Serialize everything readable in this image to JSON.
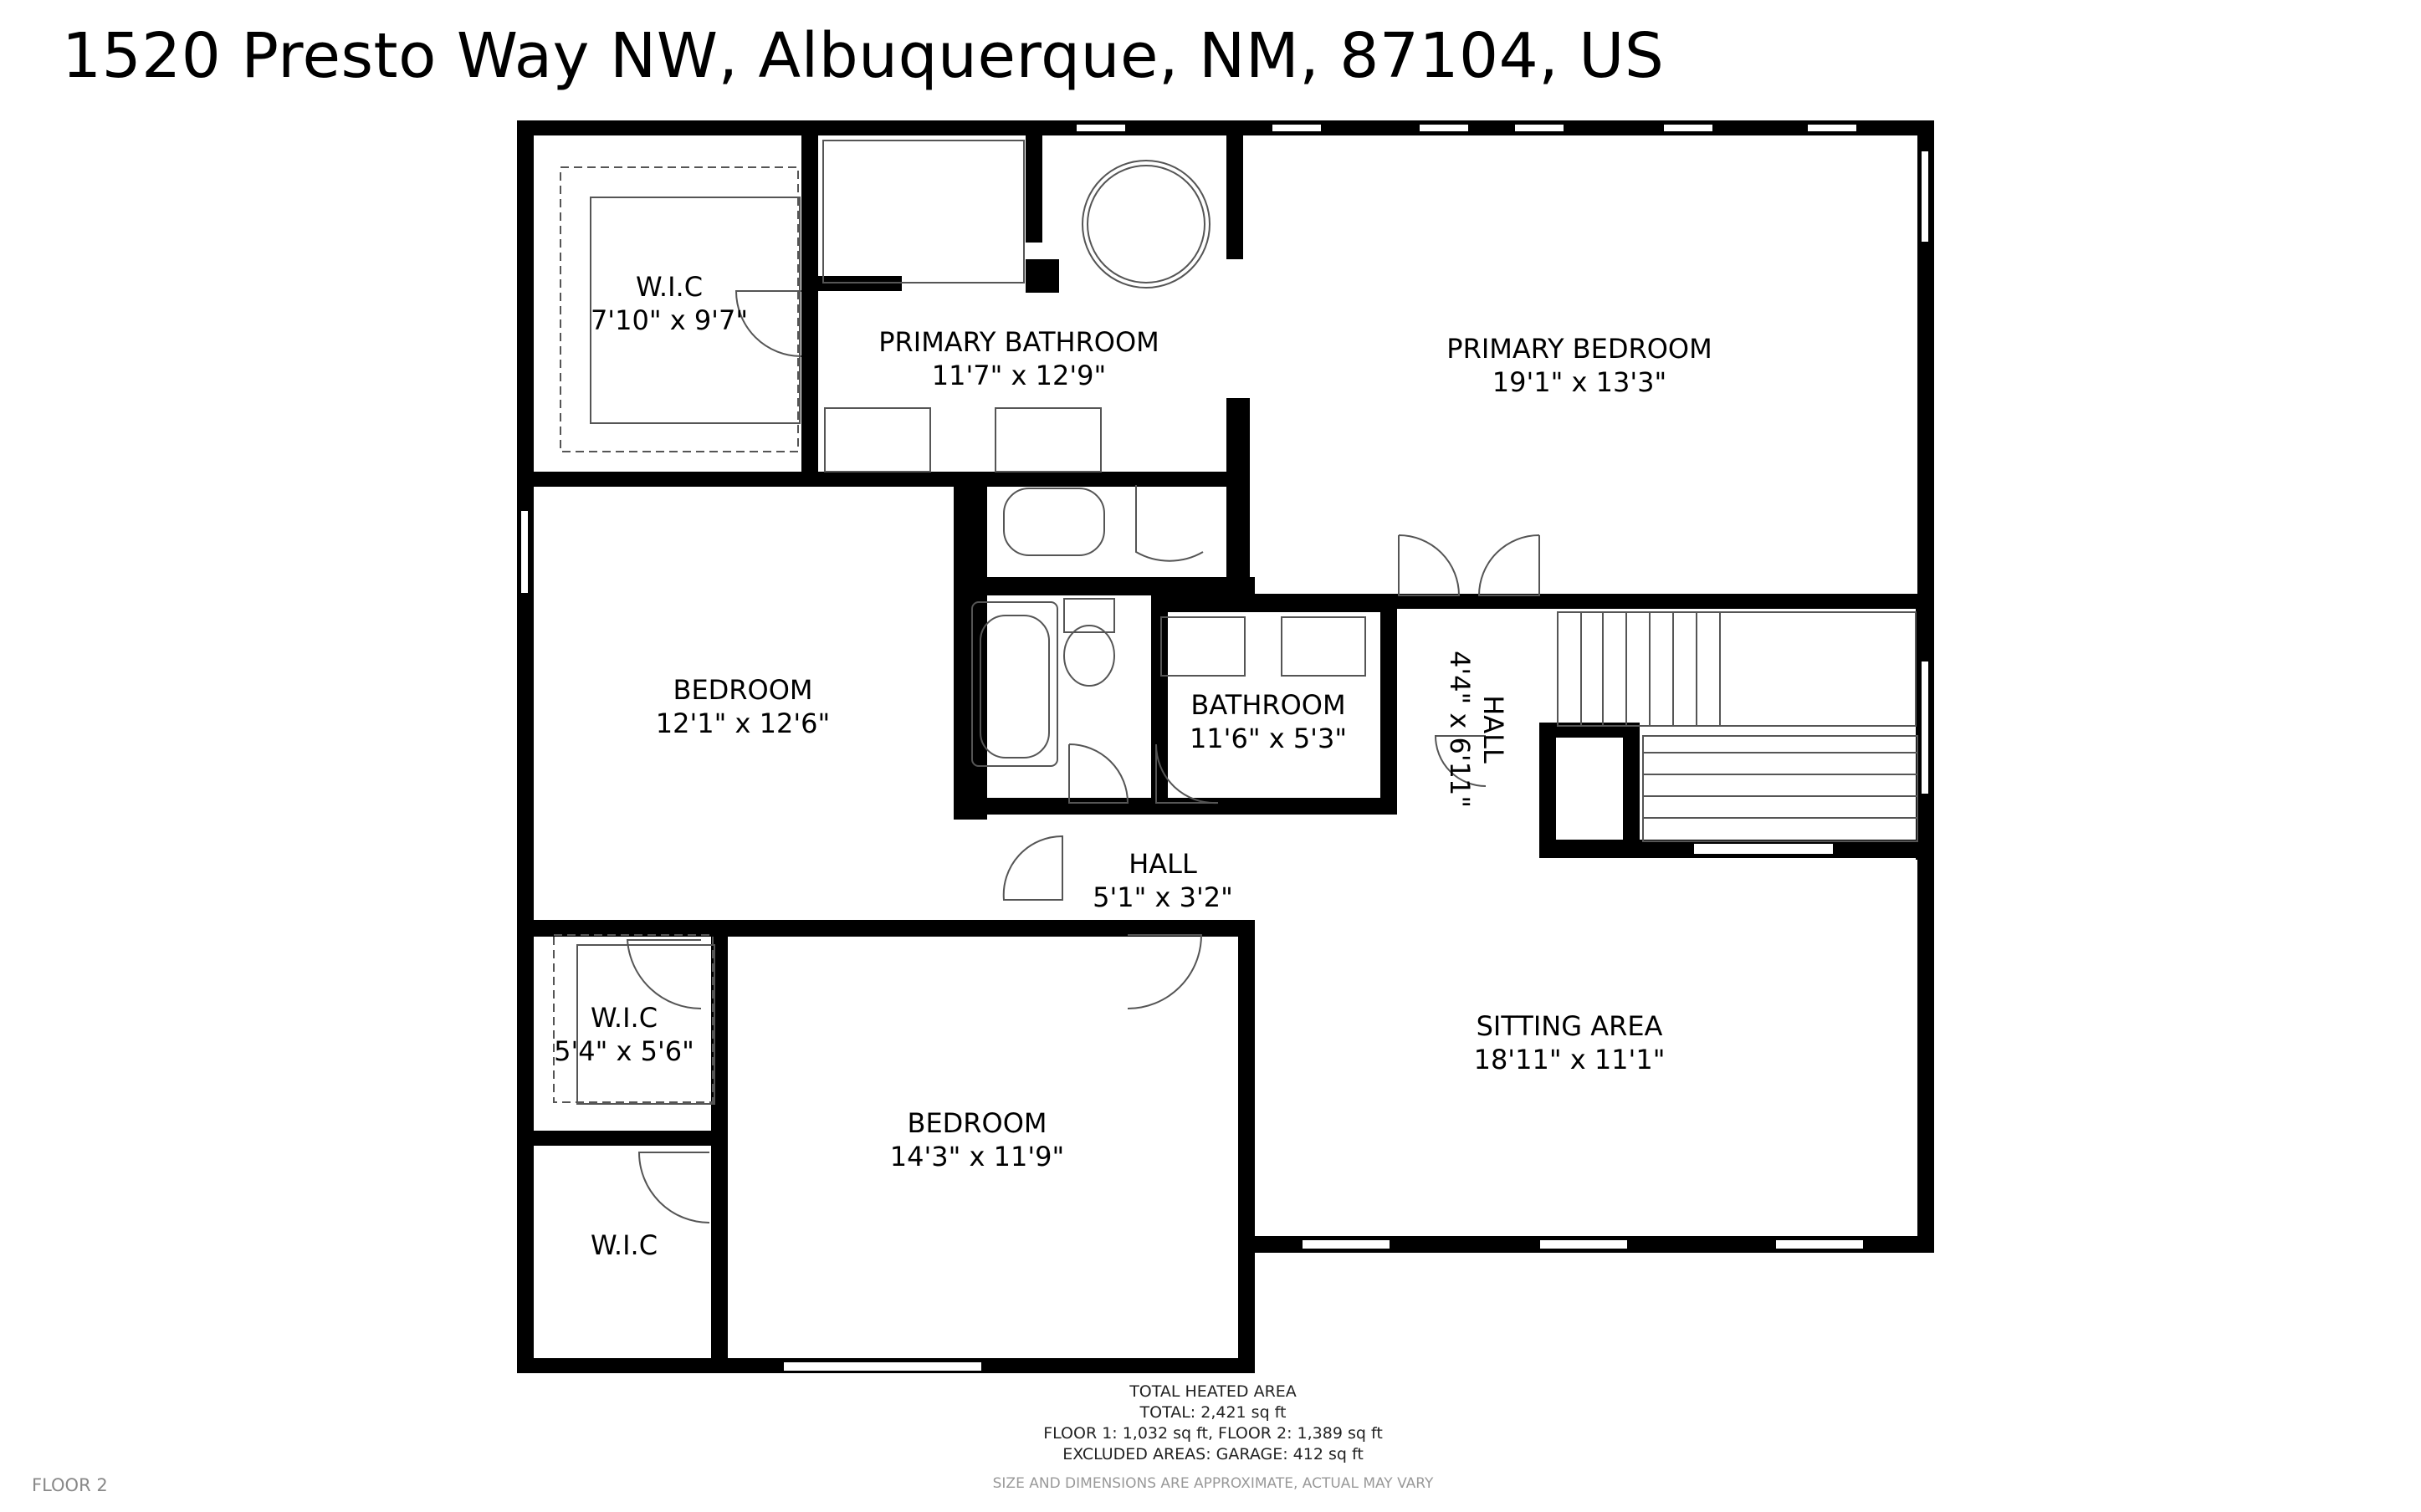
{
  "address": "1520 Presto Way NW, Albuquerque, NM, 87104, US",
  "rooms": {
    "wic_top": {
      "name": "W.I.C",
      "dims": "7'10\" x 9'7\""
    },
    "primary_bath": {
      "name": "PRIMARY BATHROOM",
      "dims": "11'7\" x 12'9\""
    },
    "primary_bed": {
      "name": "PRIMARY BEDROOM",
      "dims": "19'1\" x 13'3\""
    },
    "bedroom_left": {
      "name": "BEDROOM",
      "dims": "12'1\" x 12'6\""
    },
    "bathroom": {
      "name": "BATHROOM",
      "dims": "11'6\" x 5'3\""
    },
    "hall_vertical": {
      "name": "HALL",
      "dims": "4'4\" x 6'11\""
    },
    "hall": {
      "name": "HALL",
      "dims": "5'1\" x 3'2\""
    },
    "wic_mid": {
      "name": "W.I.C",
      "dims": "5'4\" x 5'6\""
    },
    "bedroom_bottom": {
      "name": "BEDROOM",
      "dims": "14'3\" x 11'9\""
    },
    "sitting": {
      "name": "SITTING AREA",
      "dims": "18'11\" x 11'1\""
    },
    "wic_bottom": {
      "name": "W.I.C"
    }
  },
  "footer": {
    "heading": "TOTAL HEATED AREA",
    "total": "TOTAL: 2,421 sq ft",
    "floors": "FLOOR 1: 1,032 sq ft, FLOOR 2: 1,389 sq ft",
    "excluded": "EXCLUDED AREAS: GARAGE: 412 sq ft"
  },
  "floor_label": "FLOOR 2",
  "disclaimer": "SIZE AND DIMENSIONS ARE APPROXIMATE, ACTUAL MAY VARY",
  "colors": {
    "wall": "#000000",
    "background": "#ffffff",
    "fixture": "#555555"
  }
}
